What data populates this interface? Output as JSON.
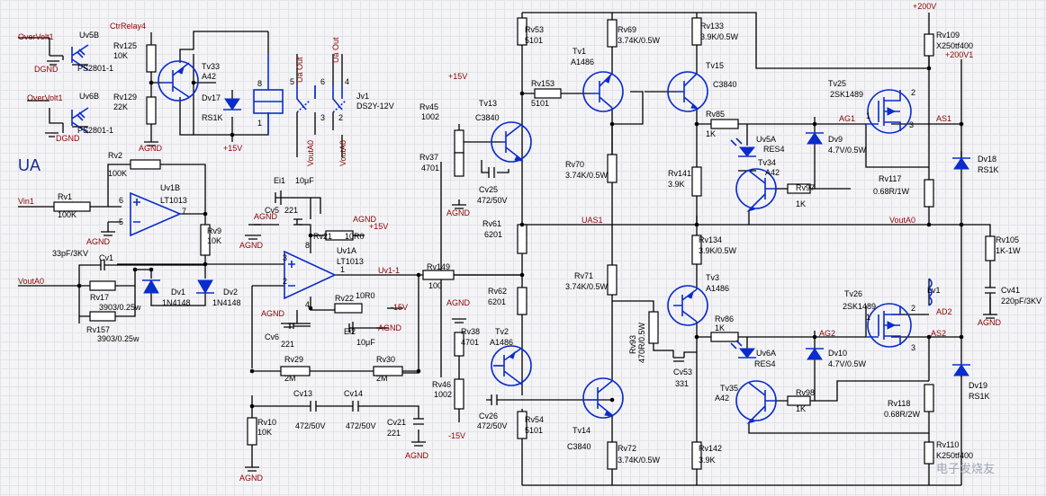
{
  "sheet_title": "UA",
  "watermark": "电子发烧友",
  "nets": {
    "overvolt1_a": "OverVolt1",
    "overvolt1_b": "OverVolt1",
    "ctrrelay4": "CtrRelay4",
    "vin1": "Vin1",
    "voutA0_left": "VoutA0",
    "voutA0_right": "VoutA0",
    "uv1_1": "Uv1-1",
    "uas1": "UAS1",
    "ua_out_1": "Ua Out",
    "ua_out_2": "Ua Out",
    "voutA0_v1": "VoutA0",
    "voutA0_v2": "VoutA0",
    "p200v": "+200V",
    "p200v1": "+200V1",
    "ag1": "AG1",
    "as1": "AS1",
    "ag2": "AG2",
    "as2": "AS2",
    "ad2": "AD2",
    "p15_relay": "+15V",
    "p15_rv21": "+15V",
    "p15_tv13": "+15V",
    "m15_rv22": "-15V",
    "m15_rv46": "-15V"
  },
  "grounds": {
    "dgnd1": "DGND",
    "dgnd2": "DGND",
    "agnd_relay": "AGND",
    "agnd_uv1b": "AGND",
    "agnd_rv9": "AGND",
    "agnd_cv5": "AGND",
    "agnd_rv21": "AGND",
    "agnd_cv6": "AGND",
    "agnd_ei2": "AGND",
    "agnd_rv10": "AGND",
    "agnd_cv21": "AGND",
    "agnd_rv37": "AGND",
    "agnd_rv38": "AGND",
    "agnd_cv41": "AGND"
  },
  "parts": {
    "uv5b": {
      "ref": "Uv5B",
      "val": "PS2801-1"
    },
    "uv6b": {
      "ref": "Uv6B",
      "val": "PS2801-1"
    },
    "rv125": {
      "ref": "Rv125",
      "val": "10K"
    },
    "rv129": {
      "ref": "Rv129",
      "val": "22K"
    },
    "tv33": {
      "ref": "Tv33",
      "val": "A42"
    },
    "dv17": {
      "ref": "Dv17",
      "val": "RS1K"
    },
    "jv1": {
      "ref": "Jv1",
      "val": "DS2Y-12V"
    },
    "rv2": {
      "ref": "Rv2",
      "val": "100K"
    },
    "rv1": {
      "ref": "Rv1",
      "val": "100K"
    },
    "uv1b": {
      "ref": "Uv1B",
      "val": "LT1013"
    },
    "rv9": {
      "ref": "Rv9",
      "val": "10K"
    },
    "cv1": {
      "ref": "Cv1",
      "val": "33pF/3KV"
    },
    "rv17": {
      "ref": "Rv17",
      "val": "3903/0.25w"
    },
    "rv157": {
      "ref": "Rv157",
      "val": "3903/0.25w"
    },
    "dv1": {
      "ref": "Dv1",
      "val": "1N4148"
    },
    "dv2": {
      "ref": "Dv2",
      "val": "1N4148"
    },
    "ei1": {
      "ref": "Ei1",
      "val": "10μF"
    },
    "cv5": {
      "ref": "Cv5",
      "val": "221"
    },
    "rv21": {
      "ref": "Rv21",
      "val": "10R0"
    },
    "uv1a": {
      "ref": "Uv1A",
      "val": "LT1013"
    },
    "rv22": {
      "ref": "Rv22",
      "val": "10R0"
    },
    "cv6": {
      "ref": "Cv6",
      "val": "221"
    },
    "ei2": {
      "ref": "Ei2",
      "val": "10μF"
    },
    "rv29": {
      "ref": "Rv29",
      "val": "2M"
    },
    "rv30": {
      "ref": "Rv30",
      "val": "2M"
    },
    "cv13": {
      "ref": "Cv13",
      "val": "472/50V"
    },
    "cv14": {
      "ref": "Cv14",
      "val": "472/50V"
    },
    "cv21": {
      "ref": "Cv21",
      "val": "221"
    },
    "rv10": {
      "ref": "Rv10",
      "val": "10K"
    },
    "rv149": {
      "ref": "Rv149",
      "val": "100"
    },
    "rv45": {
      "ref": "Rv45",
      "val": "1002"
    },
    "rv37": {
      "ref": "Rv37",
      "val": "4701"
    },
    "tv13": {
      "ref": "Tv13",
      "val": "C3840"
    },
    "cv25": {
      "ref": "Cv25",
      "val": "472/50V"
    },
    "rv53": {
      "ref": "Rv53",
      "val": "5101"
    },
    "rv153": {
      "ref": "Rv153",
      "val": "5101"
    },
    "rv61": {
      "ref": "Rv61",
      "val": "6201"
    },
    "rv62": {
      "ref": "Rv62",
      "val": "6201"
    },
    "rv38": {
      "ref": "Rv38",
      "val": "4701"
    },
    "rv46": {
      "ref": "Rv46",
      "val": "1002"
    },
    "tv2": {
      "ref": "Tv2",
      "val": "A1486"
    },
    "cv26": {
      "ref": "Cv26",
      "val": "472/50V"
    },
    "rv54": {
      "ref": "Rv54",
      "val": "5101"
    },
    "rv69": {
      "ref": "Rv69",
      "val": "3.74K/0.5W"
    },
    "tv1": {
      "ref": "Tv1",
      "val": "A1486"
    },
    "rv70": {
      "ref": "Rv70",
      "val": "3.74K/0.5W"
    },
    "rv71": {
      "ref": "Rv71",
      "val": "3.74K/0.5W"
    },
    "rv93": {
      "ref": "Rv93",
      "val": "470R/0.5W"
    },
    "tv14": {
      "ref": "Tv14",
      "val": "C3840"
    },
    "rv72": {
      "ref": "Rv72",
      "val": "3.74K/0.5W"
    },
    "rv133": {
      "ref": "Rv133",
      "val": "3.9K/0.5W"
    },
    "tv15": {
      "ref": "Tv15",
      "val": "C3840"
    },
    "rv85": {
      "ref": "Rv85",
      "val": "1K"
    },
    "rv141": {
      "ref": "Rv141",
      "val": "3.9K"
    },
    "rv134": {
      "ref": "Rv134",
      "val": "3.9K/0.5W"
    },
    "tv3": {
      "ref": "Tv3",
      "val": "A1486"
    },
    "rv86": {
      "ref": "Rv86",
      "val": "1K"
    },
    "cv53": {
      "ref": "Cv53",
      "val": "331"
    },
    "rv142": {
      "ref": "Rv142",
      "val": "3.9K"
    },
    "uv5a": {
      "ref": "Uv5A",
      "val": "RES4"
    },
    "uv6a": {
      "ref": "Uv6A",
      "val": "RES4"
    },
    "dv9": {
      "ref": "Dv9",
      "val": "4.7V/0.5W"
    },
    "dv10": {
      "ref": "Dv10",
      "val": "4.7V/0.5W"
    },
    "tv34": {
      "ref": "Tv34",
      "val": "A42"
    },
    "tv35": {
      "ref": "Tv35",
      "val": "A42"
    },
    "rv97": {
      "ref": "Rv97",
      "val": "1K"
    },
    "rv98": {
      "ref": "Rv98",
      "val": "1K"
    },
    "rv117": {
      "ref": "Rv117",
      "val": "0.68R/1W"
    },
    "rv118": {
      "ref": "Rv118",
      "val": "0.68R/2W"
    },
    "tv25": {
      "ref": "Tv25",
      "val": "2SK1489"
    },
    "tv26": {
      "ref": "Tv26",
      "val": "2SK1489"
    },
    "rv109": {
      "ref": "Rv109",
      "val": "X250tf400"
    },
    "rv110": {
      "ref": "Rv110",
      "val": "K250tf400"
    },
    "dv18": {
      "ref": "Dv18",
      "val": "RS1K"
    },
    "dv19": {
      "ref": "Dv19",
      "val": "RS1K"
    },
    "rv105": {
      "ref": "Rv105",
      "val": "1K-1W"
    },
    "cv41": {
      "ref": "Cv41",
      "val": "220pF/3KV"
    },
    "lv1": {
      "ref": "Lv1",
      "val": ""
    }
  },
  "pins": {
    "uv1b_6": "6",
    "uv1b_5": "5",
    "uv1b_7": "7",
    "uv1a_3": "3",
    "uv1a_2": "2",
    "uv1a_1": "1",
    "uv1a_8": "8",
    "uv1a_4": "4",
    "k8": "8",
    "k1": "1",
    "k5": "5",
    "k6": "6",
    "k4": "4",
    "k3": "3",
    "k2": "2",
    "tv25_1": "1",
    "tv25_2": "2",
    "tv25_3": "3",
    "tv26_1": "1",
    "tv26_2": "2",
    "tv26_3": "3"
  }
}
